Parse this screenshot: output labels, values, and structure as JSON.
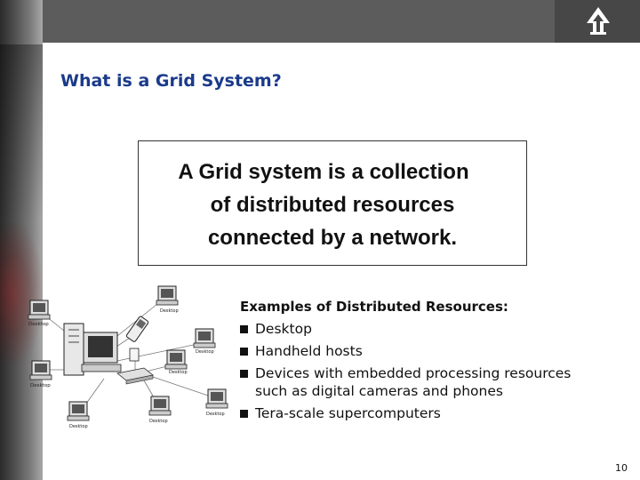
{
  "slide": {
    "title": "What is a Grid System?",
    "definition": {
      "line1": "A Grid system is a collection",
      "line2": "of distributed resources",
      "line3": "connected by a network."
    },
    "examples": {
      "heading": "Examples of Distributed Resources:",
      "items": [
        "Desktop",
        "Handheld hosts",
        "Devices with embedded processing resources",
        "Tera-scale supercomputers"
      ],
      "item3_continuation": "such as digital cameras and phones"
    },
    "page_number": "10"
  },
  "diagram": {
    "labels": {
      "desktop": "Desktop"
    }
  },
  "colors": {
    "title": "#1a3a8a",
    "top_band": "#5c5c5c",
    "logo_box": "#474747"
  },
  "icons": [
    "logo-icon",
    "bullet-square-icon",
    "desktop-computer-icon",
    "supercomputer-icon",
    "handheld-icon",
    "camera-icon",
    "network-device-icon"
  ]
}
